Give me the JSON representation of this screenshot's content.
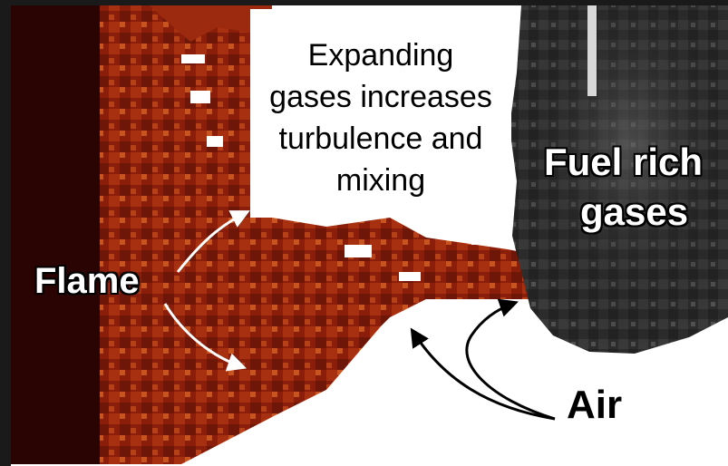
{
  "diagram": {
    "colors": {
      "background": "#ffffff",
      "flame": "#8a1e0a",
      "flame_light": "#c8541f",
      "fuel_gas": "#2c2c2c",
      "left_dark": "#2a0402"
    },
    "callout_lines": [
      "Expanding",
      "gases increases",
      "turbulence and",
      "mixing"
    ],
    "labels": {
      "flame": "Flame",
      "fuel_rich_line1": "Fuel rich",
      "fuel_rich_line2": "gases",
      "air": "Air"
    }
  }
}
